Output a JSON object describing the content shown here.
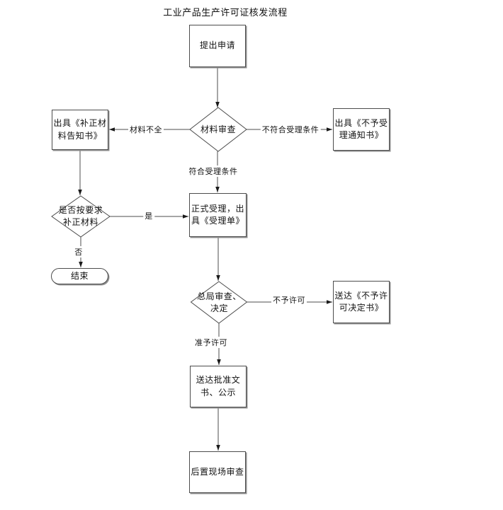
{
  "title": "工业产品生产许可证核发流程",
  "colors": {
    "background": "#ffffff",
    "node_fill": "#ffffff",
    "node_border": "#4c4c4c",
    "node_shadow": "#909090",
    "line": "#4d4d4d",
    "arrowhead": "#1a1a1a",
    "text": "#111111"
  },
  "nodes": {
    "start": {
      "type": "process",
      "label": "提出申请"
    },
    "material_review": {
      "type": "decision",
      "label": "材料审查"
    },
    "correction_notice": {
      "type": "process",
      "label": "出具《补正材\n料告知书》"
    },
    "rejection_notice": {
      "type": "process",
      "label": "出具《不予受\n理通知书》"
    },
    "correction_check": {
      "type": "decision",
      "label": "是否按要求\n补正材料"
    },
    "end": {
      "type": "terminator",
      "label": "结束"
    },
    "formal_acceptance": {
      "type": "process",
      "label": "正式受理，出\n具《受理单》"
    },
    "bureau_review": {
      "type": "decision",
      "label": "总局审查、\n决定"
    },
    "denial_delivery": {
      "type": "process",
      "label": "送达《不予许\n可决定书》"
    },
    "approval_delivery": {
      "type": "process",
      "label": "送达批准文\n书、公示"
    },
    "onsite_review": {
      "type": "process",
      "label": "后置现场审查"
    }
  },
  "edges": [
    {
      "from": "start",
      "to": "material_review",
      "label": ""
    },
    {
      "from": "material_review",
      "to": "correction_notice",
      "label": "材料不全"
    },
    {
      "from": "material_review",
      "to": "rejection_notice",
      "label": "不符合受理条件"
    },
    {
      "from": "material_review",
      "to": "formal_acceptance",
      "label": "符合受理条件"
    },
    {
      "from": "correction_notice",
      "to": "correction_check",
      "label": ""
    },
    {
      "from": "correction_check",
      "to": "formal_acceptance",
      "label": "是"
    },
    {
      "from": "correction_check",
      "to": "end",
      "label": "否"
    },
    {
      "from": "formal_acceptance",
      "to": "bureau_review",
      "label": ""
    },
    {
      "from": "bureau_review",
      "to": "denial_delivery",
      "label": "不予许可"
    },
    {
      "from": "bureau_review",
      "to": "approval_delivery",
      "label": "准予许可"
    },
    {
      "from": "approval_delivery",
      "to": "onsite_review",
      "label": ""
    }
  ]
}
